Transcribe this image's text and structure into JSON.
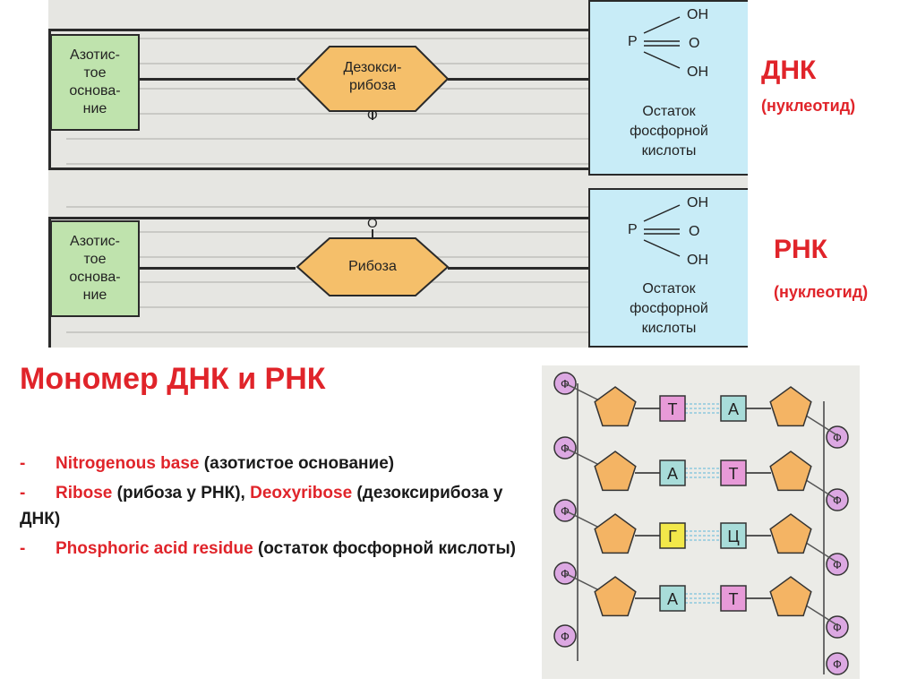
{
  "diagram": {
    "dna": {
      "base_label": [
        "Азотис-",
        "тое",
        "основа-",
        "ние"
      ],
      "sugar_label": [
        "Дезокси-",
        "рибоза"
      ],
      "o_label": "О",
      "p_label": "Р",
      "phos_groups": [
        "ОН",
        "О",
        "ОН"
      ],
      "phos_caption": [
        "Остаток",
        "фосфорной",
        "кислоты"
      ]
    },
    "rna": {
      "base_label": [
        "Азотис-",
        "тое",
        "основа-",
        "ние"
      ],
      "sugar_label": [
        "Рибоза"
      ],
      "o_label": "О",
      "p_label": "Р",
      "phos_groups": [
        "ОН",
        "О",
        "ОН"
      ],
      "phos_caption": [
        "Остаток",
        "фосфорной",
        "кислоты"
      ]
    }
  },
  "labels": {
    "dna_title": "ДНК",
    "dna_sub": "(нуклеотид)",
    "rna_title": "РНК",
    "rna_sub": "(нуклеотид)"
  },
  "heading": "Мономер ДНК и РНК",
  "items": [
    {
      "dash": "-",
      "parts": [
        {
          "text": "Nitrogenous base",
          "red": true
        },
        {
          "text": " (азотистое основание)",
          "red": false
        }
      ]
    },
    {
      "dash": "-",
      "parts": [
        {
          "text": "Ribose",
          "red": true
        },
        {
          "text": " (рибоза у РНК), ",
          "red": false
        },
        {
          "text": "Deoxyribose",
          "red": true
        },
        {
          "text": " (дезоксирибоза у ДНК)",
          "red": false
        }
      ]
    },
    {
      "dash": "-",
      "parts": [
        {
          "text": "Phosphoric acid residue",
          "red": true
        },
        {
          "text": " (остаток фосфорной кислоты)",
          "red": false
        }
      ]
    }
  ],
  "strand": {
    "phosphate_label": "Ф",
    "pairs": [
      {
        "left": "Т",
        "right": "А",
        "left_color": "#e79ad8",
        "right_color": "#a8dcd9"
      },
      {
        "left": "А",
        "right": "Т",
        "left_color": "#a8dcd9",
        "right_color": "#e79ad8"
      },
      {
        "left": "Г",
        "right": "Ц",
        "left_color": "#f2e84a",
        "right_color": "#a8dcd9"
      },
      {
        "left": "А",
        "right": "Т",
        "left_color": "#a8dcd9",
        "right_color": "#e79ad8"
      }
    ],
    "pentagon_color": "#f4b464",
    "phosphate_color": "#dca8e2"
  }
}
